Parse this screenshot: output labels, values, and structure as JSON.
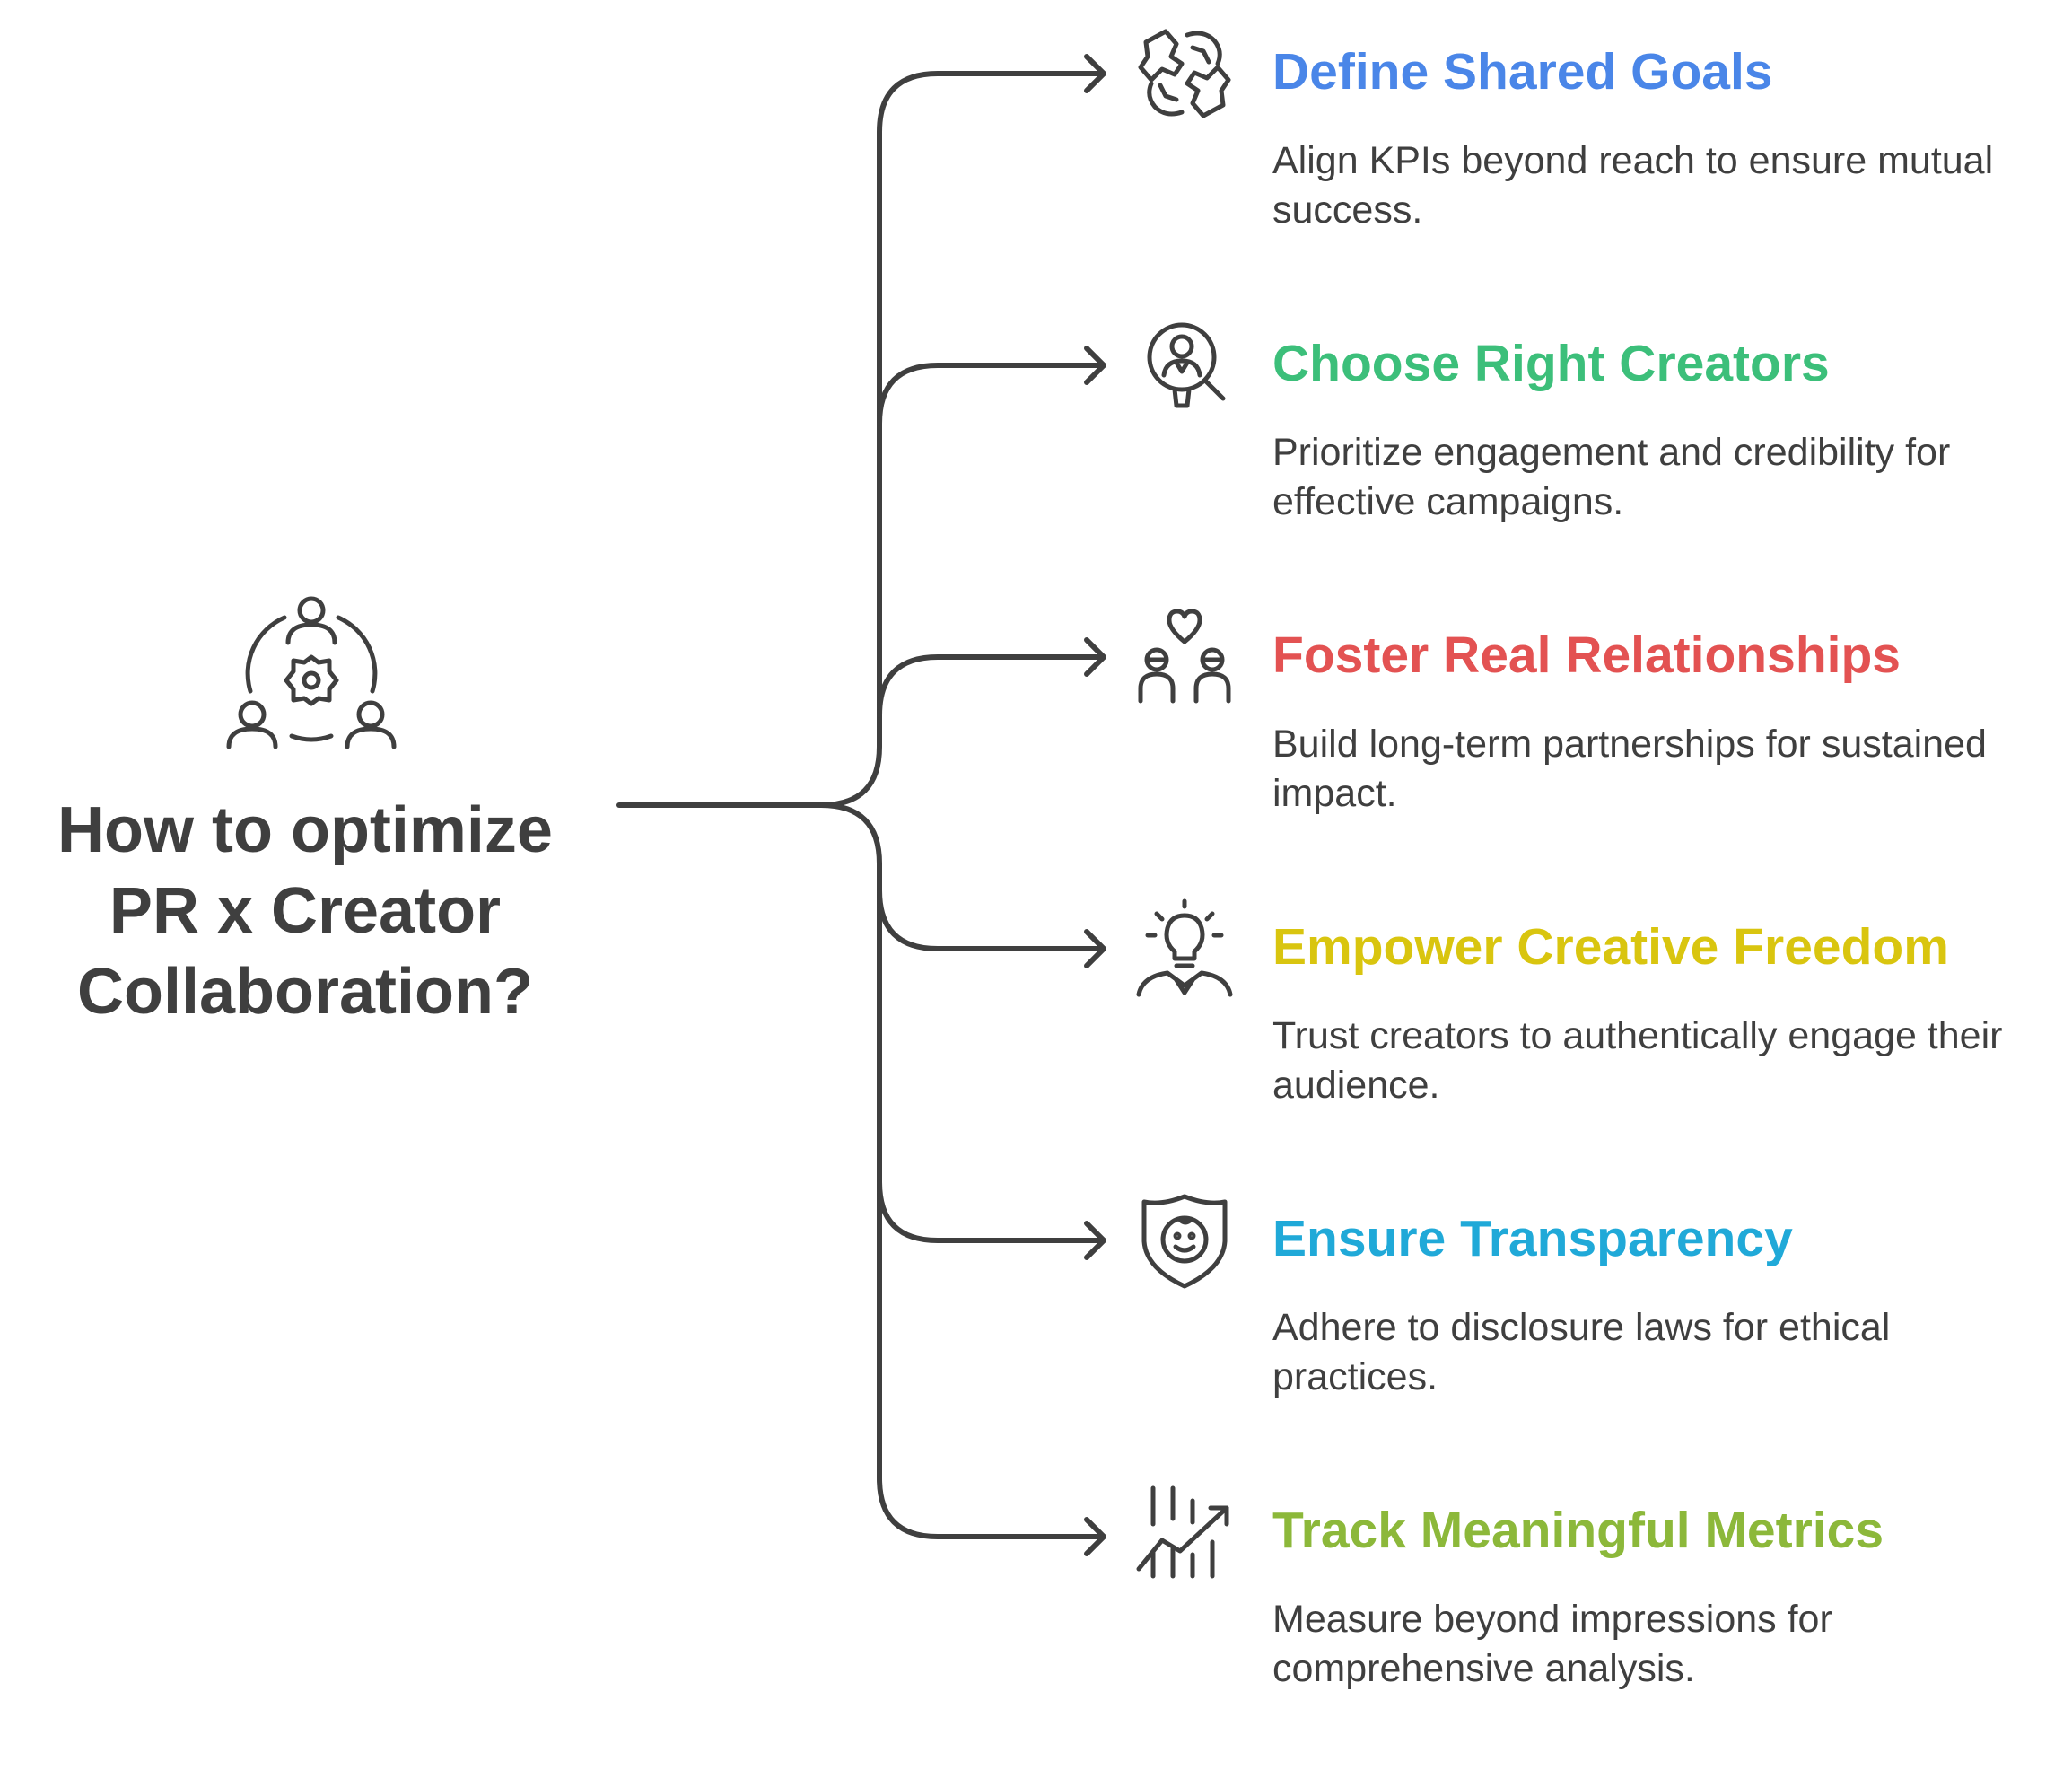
{
  "question": {
    "line1": "How to optimize",
    "line2": "PR x Creator",
    "line3": "Collaboration?",
    "icon": "team-gear-icon"
  },
  "items": [
    {
      "title": "Define Shared Goals",
      "description": "Align KPIs beyond reach to ensure mutual success.",
      "color": "#4a86e8",
      "icon": "puzzle-hands-icon"
    },
    {
      "title": "Choose Right Creators",
      "description": "Prioritize engagement and credibility for effective campaigns.",
      "color": "#3cbf7a",
      "icon": "person-search-icon"
    },
    {
      "title": "Foster Real Relationships",
      "description": "Build long-term partnerships for sustained impact.",
      "color": "#e35252",
      "icon": "two-people-heart-icon"
    },
    {
      "title": "Empower Creative Freedom",
      "description": "Trust creators to authentically engage their audience.",
      "color": "#d9c50f",
      "icon": "lightbulb-person-icon"
    },
    {
      "title": "Ensure Transparency",
      "description": "Adhere to disclosure laws for ethical practices.",
      "color": "#20a9d8",
      "icon": "shield-face-icon"
    },
    {
      "title": "Track Meaningful Metrics",
      "description": "Measure beyond impressions for comprehensive analysis.",
      "color": "#8cb83a",
      "icon": "growth-chart-icon"
    }
  ]
}
